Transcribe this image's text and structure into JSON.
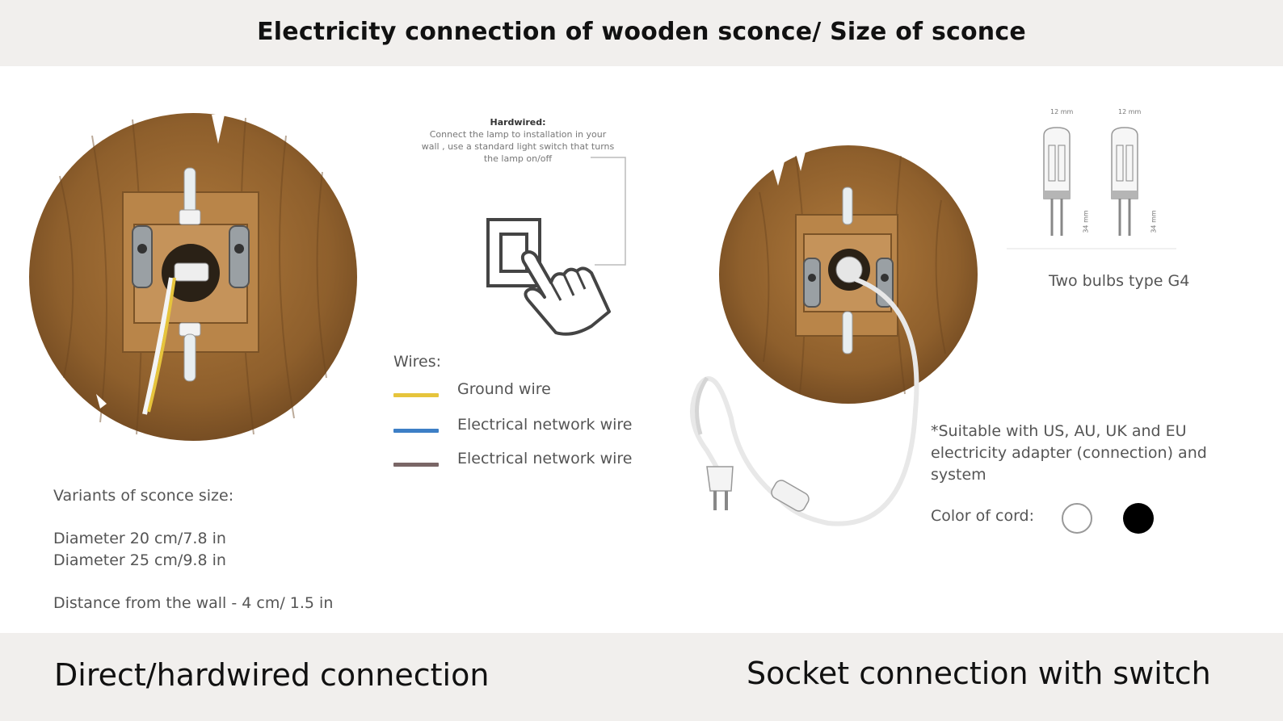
{
  "header": {
    "title": "Electricity connection of wooden sconce/ Size of sconce"
  },
  "hardwired_note": {
    "heading": "Hardwired:",
    "body": "Connect the lamp to installation in your wall , use a standard light switch that turns the lamp on/off"
  },
  "wires": {
    "label": "Wires:",
    "items": [
      {
        "label": "Ground wire",
        "color": "#e6c43c"
      },
      {
        "label": "Electrical network wire",
        "color": "#3d7fc6"
      },
      {
        "label": "Electrical network wire",
        "color": "#7a6666"
      }
    ]
  },
  "sizes": {
    "heading": "Variants  of sconce size:",
    "lines": [
      "Diameter  20 cm/7.8 in",
      "Diameter  25 cm/9.8 in"
    ],
    "distance": "Distance from the wall - 4 cm/ 1.5 in"
  },
  "bulbs": {
    "label": "Two bulbs type G4",
    "width_label": "12 mm",
    "height_label": "34 mm"
  },
  "compatibility": {
    "note": "*Suitable with US, AU, UK and EU electricity adapter (connection) and system",
    "cord_label": "Color of cord:",
    "cord_colors": [
      "#ffffff",
      "#000000"
    ]
  },
  "footer": {
    "left": "Direct/hardwired connection",
    "right": "Socket connection with switch"
  }
}
